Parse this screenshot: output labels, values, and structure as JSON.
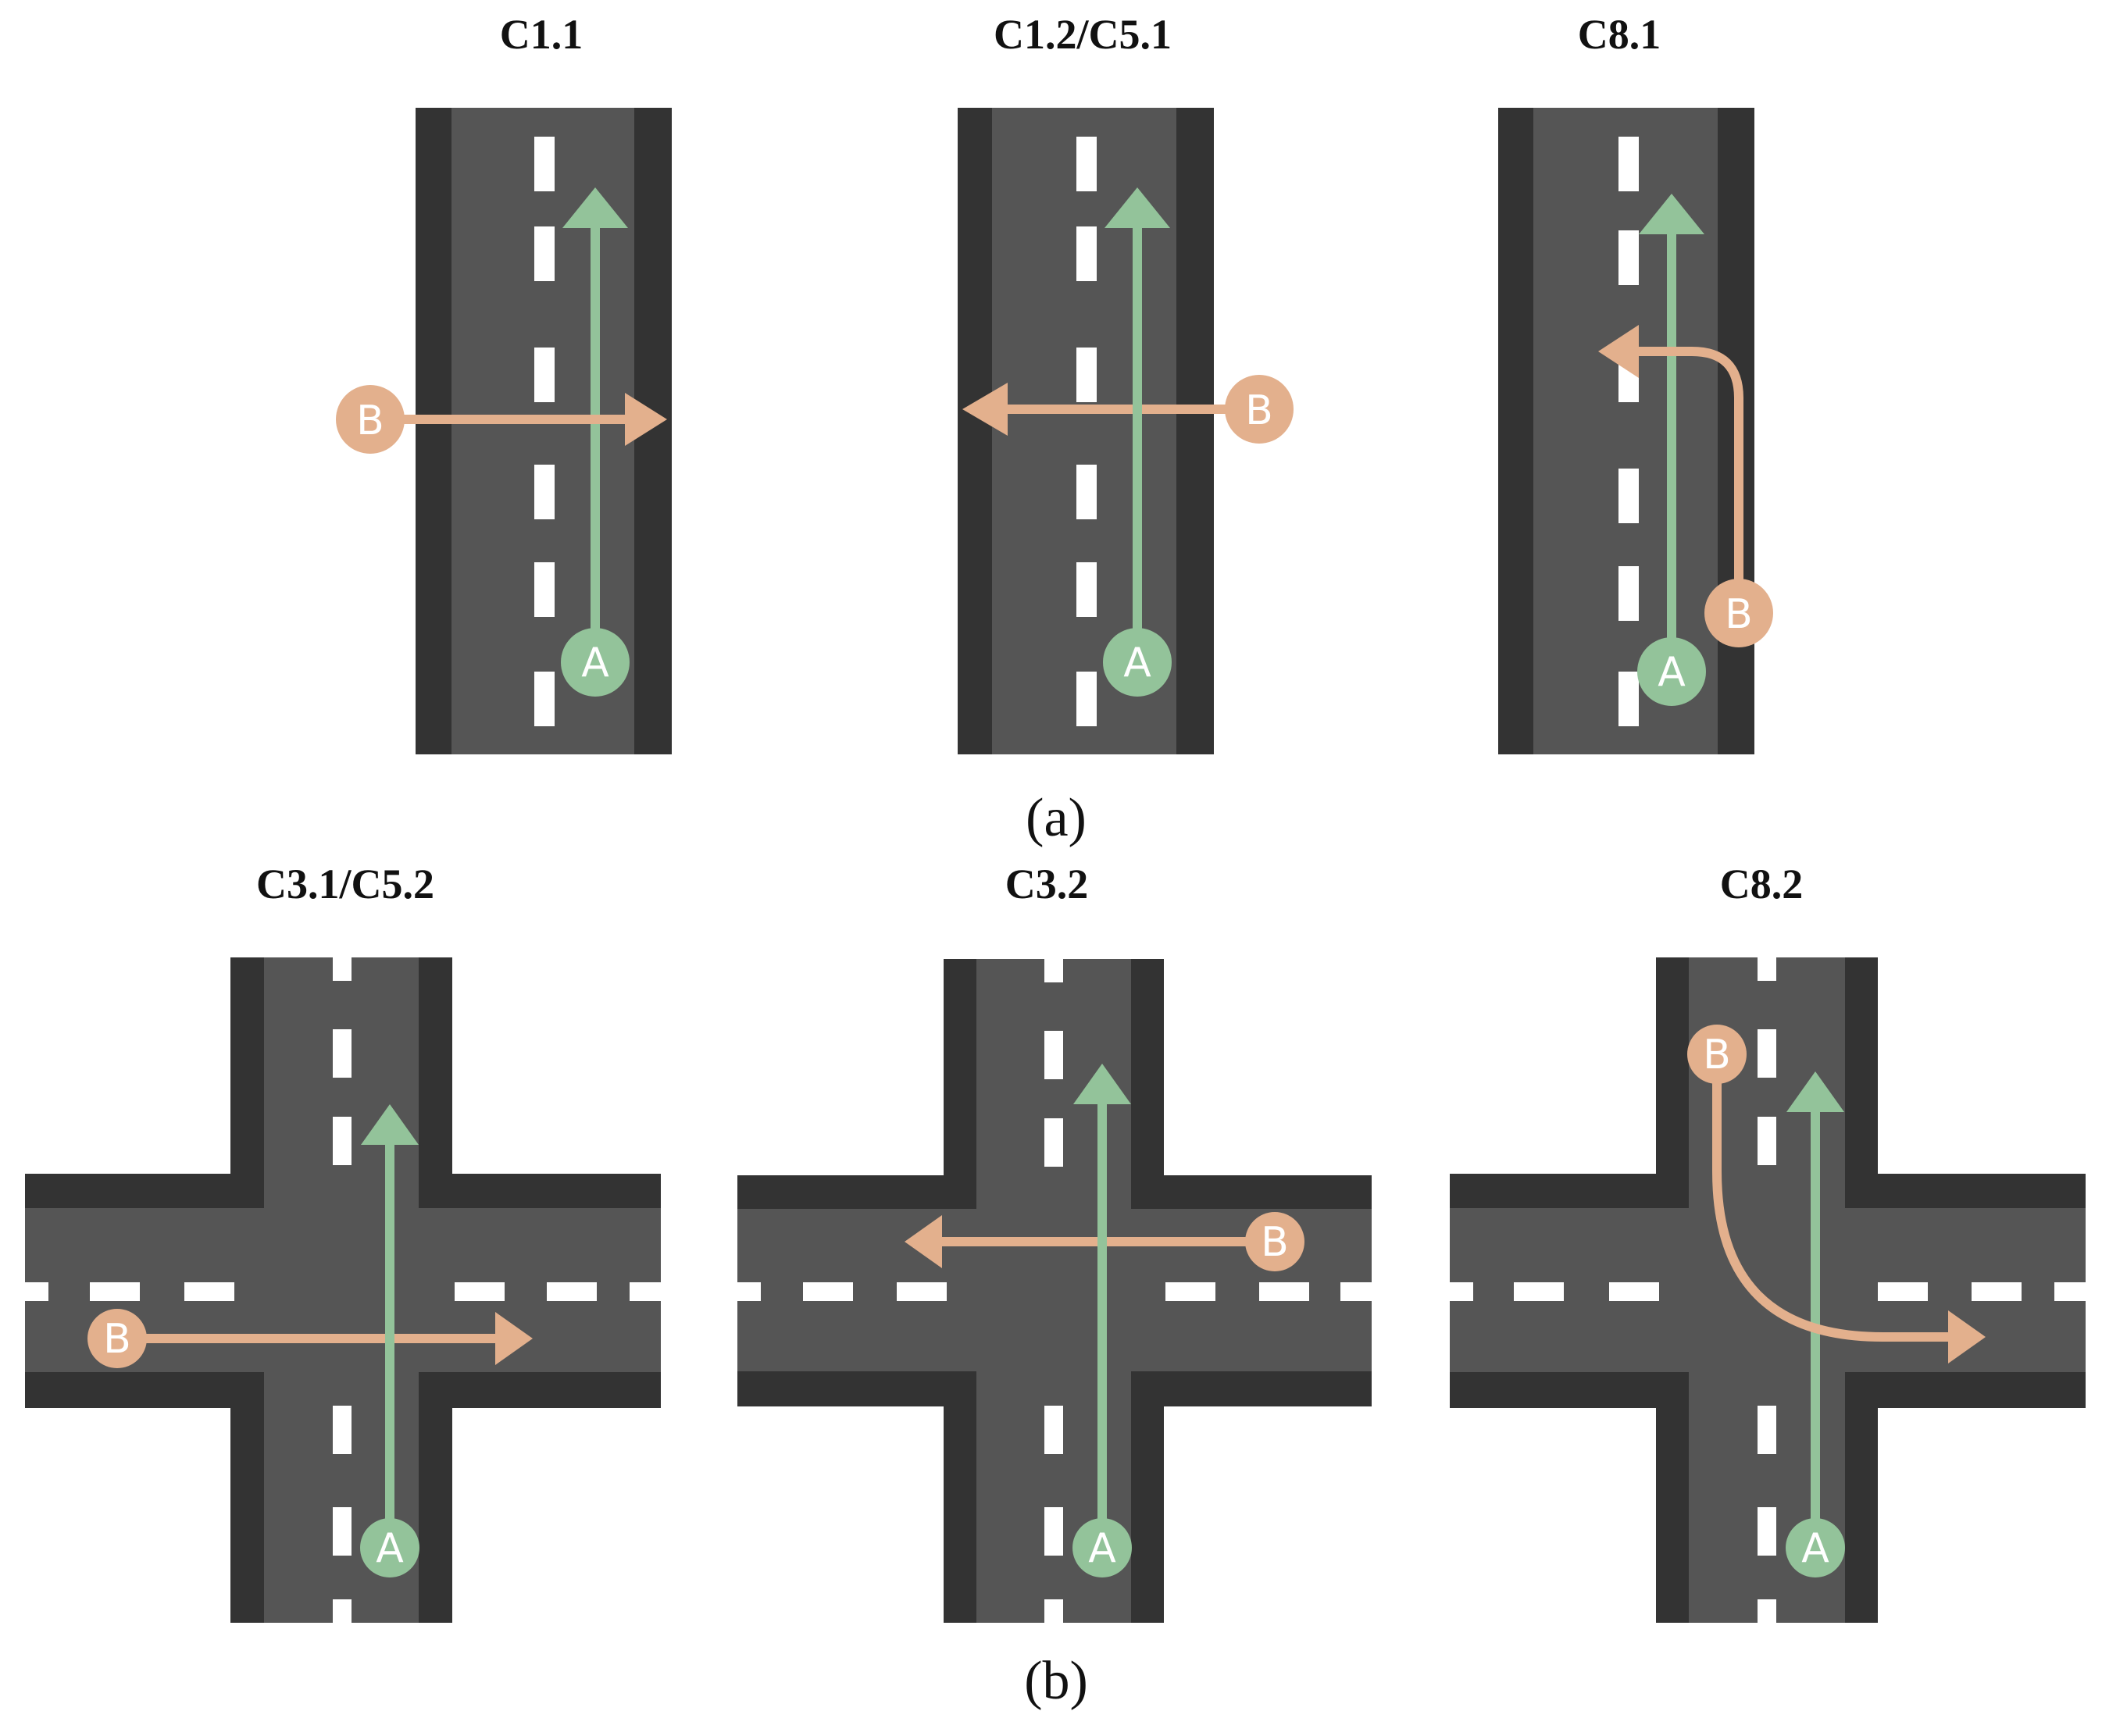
{
  "colors": {
    "road": "#555555",
    "edge": "#333333",
    "lane_marking": "#ffffff",
    "vehicle_a": "#93c39a",
    "vehicle_b": "#e3b08d"
  },
  "captions": {
    "a": "(a)",
    "b": "(b)"
  },
  "scenarios": {
    "c1_1": {
      "title": "C1.1",
      "a": "A",
      "b": "B"
    },
    "c1_2": {
      "title": "C1.2/C5.1",
      "a": "A",
      "b": "B"
    },
    "c8_1": {
      "title": "C8.1",
      "a": "A",
      "b": "B"
    },
    "c3_1": {
      "title": "C3.1/C5.2",
      "a": "A",
      "b": "B"
    },
    "c3_2": {
      "title": "C3.2",
      "a": "A",
      "b": "B"
    },
    "c8_2": {
      "title": "C8.2",
      "a": "A",
      "b": "B"
    }
  }
}
